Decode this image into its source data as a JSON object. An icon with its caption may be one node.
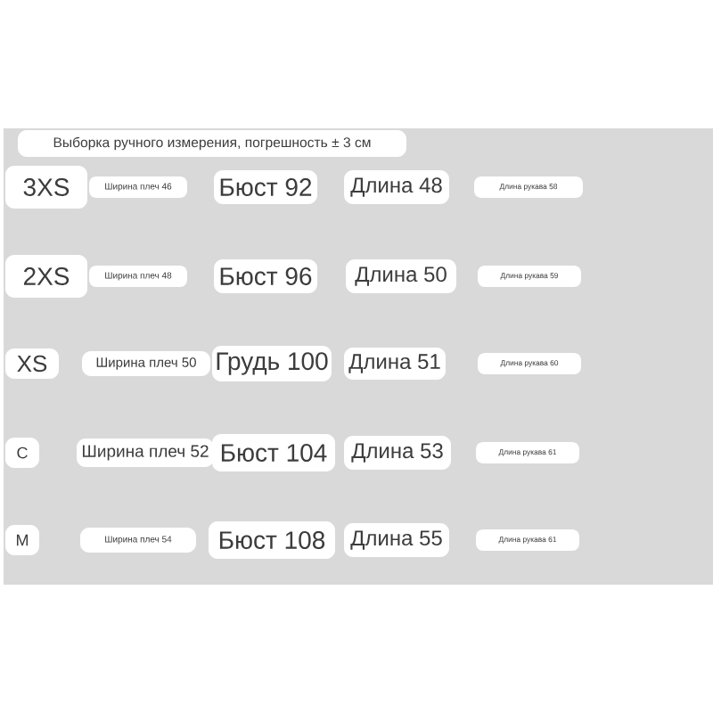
{
  "diagram": {
    "nodes": [
      {
        "text": [
          "Выборка ручного измерения, погрешность ± 3 см"
        ]
      },
      {
        "text": [
          "3XS"
        ]
      },
      {
        "text": [
          "Ширина плеч 46"
        ]
      },
      {
        "text": [
          "Бюст 92"
        ]
      },
      {
        "text": [
          "Длина 48"
        ]
      },
      {
        "text": [
          "Длина рукава 58"
        ]
      },
      {
        "text": [
          "2XS"
        ]
      },
      {
        "text": [
          "Ширина плеч 48"
        ]
      },
      {
        "text": [
          "Бюст 96"
        ]
      },
      {
        "text": [
          "Длина 50"
        ]
      },
      {
        "text": [
          "Длина рукава 59"
        ]
      },
      {
        "text": [
          "XS"
        ]
      },
      {
        "text": [
          "Ширина плеч 50"
        ]
      },
      {
        "text": [
          "Грудь 100"
        ]
      },
      {
        "text": [
          "Длина 51"
        ]
      },
      {
        "text": [
          "Длина рукава 60"
        ]
      },
      {
        "text": [
          "C"
        ]
      },
      {
        "text": [
          "Ширина плеч 52"
        ]
      },
      {
        "text": [
          "Бюст 104"
        ]
      },
      {
        "text": [
          "Длина 53"
        ]
      },
      {
        "text": [
          "Длина рукава 61"
        ]
      },
      {
        "text": [
          "M"
        ]
      },
      {
        "text": [
          "Ширина плеч 54"
        ]
      },
      {
        "text": [
          "Бюст 108"
        ]
      },
      {
        "text": [
          "Длина 55"
        ]
      },
      {
        "text": [
          "Длина рукава 61"
        ]
      }
    ]
  }
}
